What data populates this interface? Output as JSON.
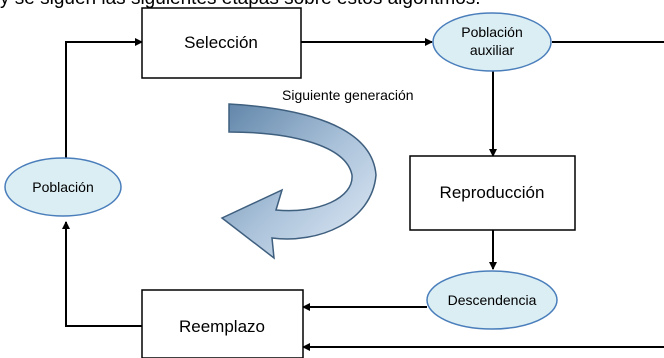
{
  "top_partial_text": "y se siguen las siguientes etapas sobre estos algoritmos:",
  "nodes": {
    "seleccion": "Selección",
    "poblacion_auxiliar_line1": "Población",
    "poblacion_auxiliar_line2": "auxiliar",
    "reproduccion": "Reproducción",
    "descendencia": "Descendencia",
    "reemplazo": "Reemplazo",
    "poblacion": "Población"
  },
  "caption": "Siguiente generación",
  "colors": {
    "ellipse_fill": "#dbeef4",
    "ellipse_stroke": "#4a7ebb",
    "box_stroke": "#000000",
    "arrow_dark": "#6a8aa8",
    "arrow_light": "#c6d9f0"
  }
}
